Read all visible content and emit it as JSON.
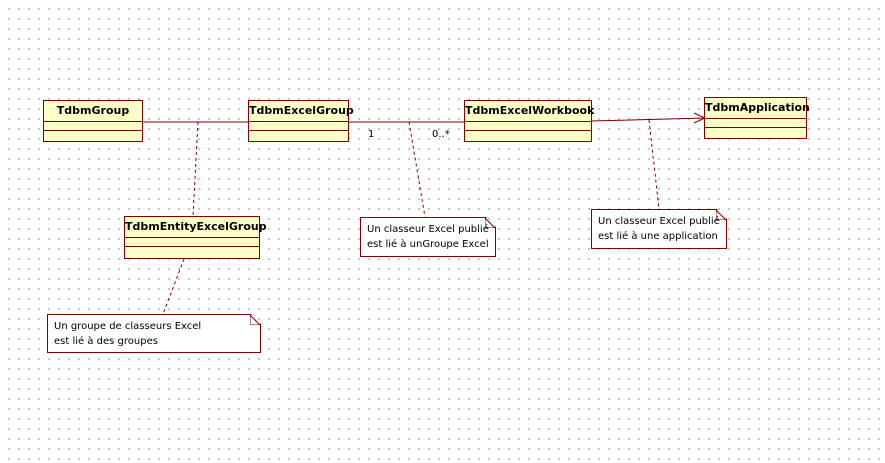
{
  "classes": {
    "group": "TdbmGroup",
    "excel_group": "TdbmExcelGroup",
    "excel_workbook": "TdbmExcelWorkbook",
    "application": "TdbmApplication",
    "entity_excel_group": "TdbmEntityExcelGroup"
  },
  "multiplicities": {
    "group_end": "1",
    "workbook_end": "0..*"
  },
  "notes": {
    "group_note": {
      "line1": "Un groupe de classeurs Excel",
      "line2": "est lié à des groupes"
    },
    "workbook_group_note": {
      "line1": "Un classeur Excel publié",
      "line2": "est lié à unGroupe Excel"
    },
    "workbook_app_note": {
      "line1": "Un classeur Excel publié",
      "line2": "est lié à une application"
    }
  },
  "colors": {
    "class_fill": "#ffffc8",
    "line": "#800000",
    "background_dots": "#b4b4b4"
  }
}
